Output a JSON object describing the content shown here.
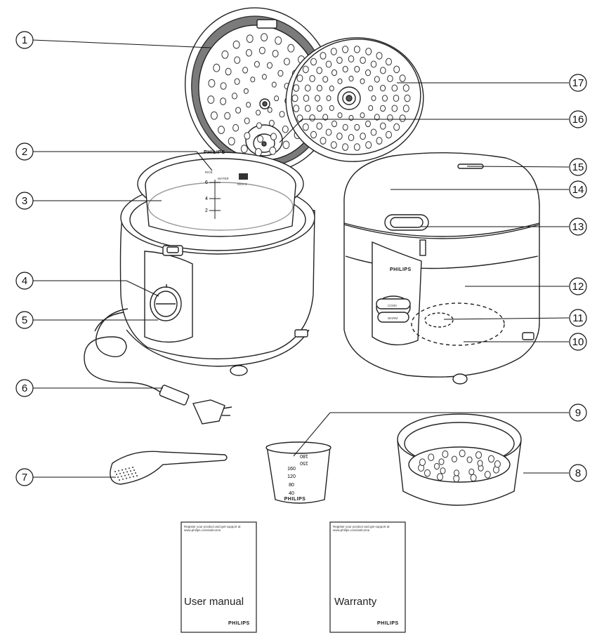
{
  "callouts": [
    "1",
    "2",
    "3",
    "4",
    "5",
    "6",
    "7",
    "8",
    "9",
    "10",
    "11",
    "12",
    "13",
    "14",
    "15",
    "16",
    "17"
  ],
  "brand_name": "PHILIPS",
  "inner_pot": {
    "scale_top_label": "RICE",
    "scale_water_label": "WATER",
    "mark_6": "6",
    "mark_4": "4",
    "mark_2": "2",
    "max_label": "MAX 6"
  },
  "control_panel": {
    "cook_label": "COOK",
    "warm_label": "WARM"
  },
  "measuring_cup": {
    "marks": [
      "180",
      "150",
      "160",
      "120",
      "80",
      "40"
    ]
  },
  "booklets": {
    "manual": {
      "title": "User manual",
      "small_line_1": "Register your product and get support at",
      "small_line_2": "www.philips.com/welcome"
    },
    "warranty": {
      "title": "Warranty",
      "small_line_1": "Register your product and get support at",
      "small_line_2": "www.philips.com/welcome"
    }
  },
  "colors": {
    "line": "#222222",
    "body_fill": "#ffffff",
    "shade": "#8a8a8a",
    "light_shade": "#d9d9d9",
    "gasket": "#7b7b7b"
  }
}
